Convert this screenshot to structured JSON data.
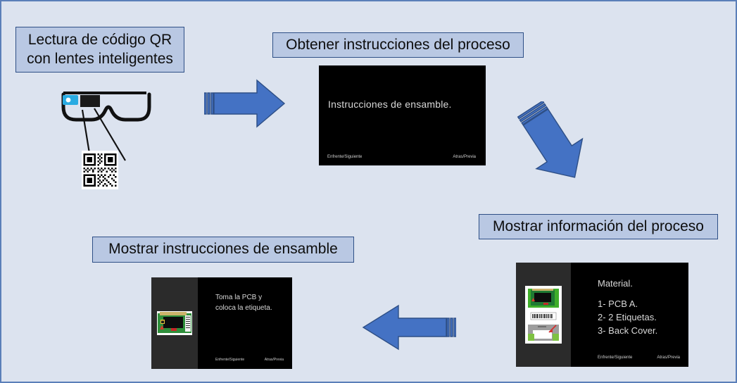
{
  "diagram": {
    "background_color": "#dce3ef",
    "border_color": "#5b7fb9",
    "box_fill_color": "#b9c8e3",
    "box_border_color": "#2e4f86",
    "arrow_color": "#4472c4"
  },
  "labels": {
    "qr_reading": "Lectura de código QR\ncon lentes inteligentes",
    "obtener_instrucciones": "Obtener instrucciones del proceso",
    "mostrar_informacion": "Mostrar información del proceso",
    "mostrar_instrucciones": "Mostrar instrucciones de ensamble"
  },
  "illustration": {
    "glasses_name": "smart-glasses",
    "qr_name": "qr-code",
    "camera_color": "#29abe2",
    "display_color": "#1a1a1a"
  },
  "panels": {
    "instrucciones": {
      "title": "Instrucciones de ensamble.",
      "footer_left": "Enfrente/Siguiente",
      "footer_right": "Atras/Previa"
    },
    "material": {
      "title": "Material.",
      "items": "1- PCB A.\n2- 2 Etiquetas.\n3- Back Cover.",
      "footer_left": "Enfrente/Siguiente",
      "footer_right": "Atras/Previa"
    },
    "ensamble": {
      "title": "Toma la PCB y coloca la etiqueta.",
      "footer_left": "Enfrente/Siguiente",
      "footer_right": "Atras/Previa"
    }
  },
  "arrows": {
    "step1_to_step2": "arrow-right",
    "step2_to_step3": "arrow-diagonal-down-right",
    "step3_to_step4": "arrow-left"
  }
}
